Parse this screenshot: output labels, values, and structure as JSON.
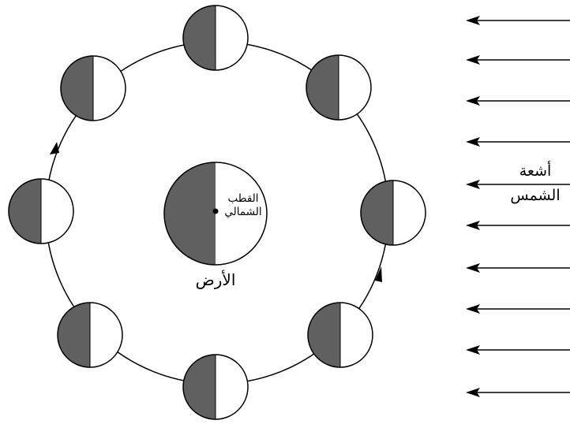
{
  "labels": {
    "north_pole": [
      "القطب",
      "الشمالي"
    ],
    "earth": "الأرض",
    "sun_rays": [
      "أشعة",
      "الشمس"
    ]
  },
  "colors": {
    "shadow": "#606060",
    "lit": "#ffffff",
    "stroke": "#000000"
  },
  "sun_ray_count": 10,
  "moon_count": 8
}
